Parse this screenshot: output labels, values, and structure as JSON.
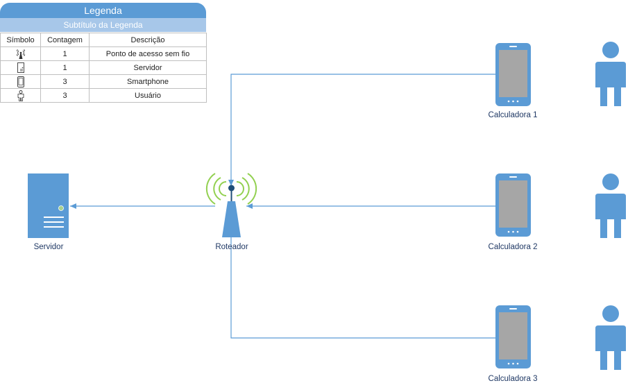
{
  "legend": {
    "title": "Legenda",
    "subtitle": "Subtítulo da Legenda",
    "headers": {
      "symbol": "Símbolo",
      "count": "Contagem",
      "description": "Descrição"
    },
    "rows": [
      {
        "icon": "wireless-access-point-icon",
        "count": "1",
        "description": "Ponto de acesso sem fio"
      },
      {
        "icon": "server-icon",
        "count": "1",
        "description": "Servidor"
      },
      {
        "icon": "smartphone-icon",
        "count": "3",
        "description": "Smartphone"
      },
      {
        "icon": "user-icon",
        "count": "3",
        "description": "Usuário"
      }
    ]
  },
  "nodes": {
    "server": {
      "label": "Servidor"
    },
    "router": {
      "label": "Roteador"
    },
    "phone1": {
      "label": "Calculadora 1"
    },
    "phone2": {
      "label": "Calculadora 2"
    },
    "phone3": {
      "label": "Calculadora 3"
    }
  },
  "colors": {
    "shape_fill": "#5b9bd5",
    "connector": "#5b9bd5",
    "screen": "#a6a6a6",
    "signal": "#92d050",
    "label_text": "#1f3864",
    "legend_header": "#5b9bd5",
    "legend_subheader": "#a7c7e9"
  }
}
